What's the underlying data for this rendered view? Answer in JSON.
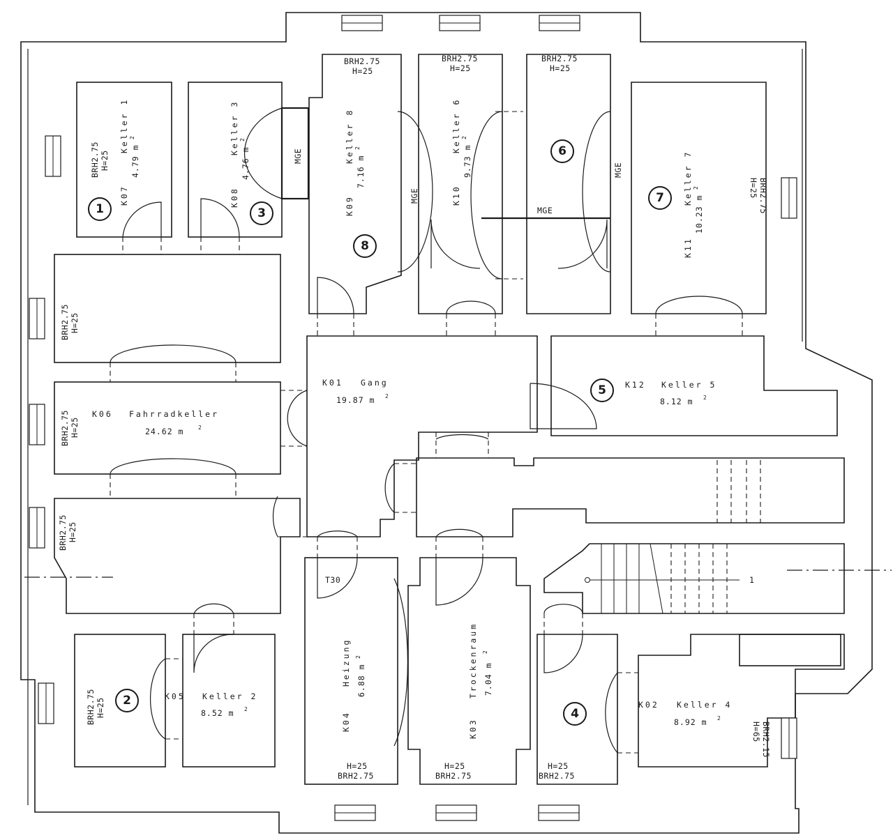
{
  "rooms": [
    {
      "id": "K07",
      "code": "K07",
      "name": "Keller 1",
      "area": "4.79 m",
      "number": "1",
      "brh": "BRH2.75",
      "h": "H=25"
    },
    {
      "id": "K08",
      "code": "K08",
      "name": "Keller 3",
      "area": "4.76 m",
      "number": "3"
    },
    {
      "id": "K09",
      "code": "K09",
      "name": "Keller 8",
      "area": "7.16 m",
      "number": "8",
      "brh": "BRH2.75",
      "h": "H=25"
    },
    {
      "id": "K10",
      "code": "K10",
      "name": "Keller 6",
      "area": "9.73 m",
      "number": "6",
      "brh": "BRH2.75",
      "h": "H=25"
    },
    {
      "id": "K11",
      "code": "K11",
      "name": "Keller 7",
      "area": "10.23 m",
      "number": "7",
      "brh": "BRH2.75",
      "h": "H=25"
    },
    {
      "id": "K01",
      "code": "K01",
      "name": "Gang",
      "area": "19.87 m"
    },
    {
      "id": "K12",
      "code": "K12",
      "name": "Keller 5",
      "area": "8.12 m",
      "number": "5"
    },
    {
      "id": "K06",
      "code": "K06",
      "name": "Fahrradkeller",
      "area": "24.62 m"
    },
    {
      "id": "K05",
      "code": "K05",
      "name": "Keller 2",
      "area": "8.52 m",
      "number": "2"
    },
    {
      "id": "K04",
      "code": "K04",
      "name": "Heizung",
      "area": "6.88 m"
    },
    {
      "id": "K03",
      "code": "K03",
      "name": "Trockenraum",
      "area": "7.04 m"
    },
    {
      "id": "K02",
      "code": "K02",
      "name": "Keller 4",
      "area": "8.92 m",
      "number": "4"
    }
  ],
  "labels": {
    "brh": "BRH2.75",
    "h25": "H=25",
    "brh215": "BRH2.15",
    "h65": "H=65",
    "mge": "MGE",
    "t30": "T30",
    "sup2": "2",
    "stair_mark": "1"
  }
}
